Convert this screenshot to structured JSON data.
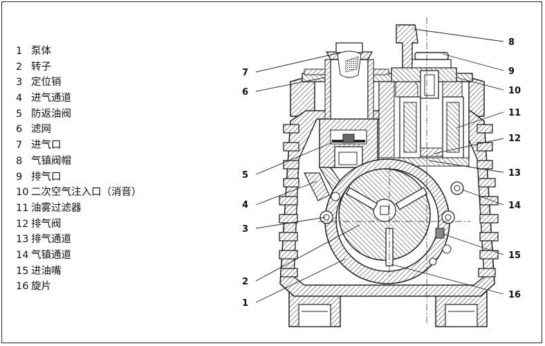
{
  "legend": [
    {
      "num": "1",
      "label": "泵体"
    },
    {
      "num": "2",
      "label": "转子"
    },
    {
      "num": "3",
      "label": "定位销"
    },
    {
      "num": "4",
      "label": "进气通道"
    },
    {
      "num": "5",
      "label": "防返油阀"
    },
    {
      "num": "6",
      "label": "滤网"
    },
    {
      "num": "7",
      "label": "进气口"
    },
    {
      "num": "8",
      "label": "气镇阀帽"
    },
    {
      "num": "9",
      "label": "排气口"
    },
    {
      "num": "10",
      "label": "二次空气注入口（消音）"
    },
    {
      "num": "11",
      "label": "油雾过滤器"
    },
    {
      "num": "12",
      "label": "排气阀"
    },
    {
      "num": "13",
      "label": "排气通道"
    },
    {
      "num": "14",
      "label": "气镇通道"
    },
    {
      "num": "15",
      "label": "进油嘴"
    },
    {
      "num": "16",
      "label": "旋片"
    }
  ],
  "callouts": {
    "n1": "1",
    "n2": "2",
    "n3": "3",
    "n4": "4",
    "n5": "5",
    "n6": "6",
    "n7": "7",
    "n8": "8",
    "n9": "9",
    "n10": "10",
    "n11": "11",
    "n12": "12",
    "n13": "13",
    "n14": "14",
    "n15": "15",
    "n16": "16"
  }
}
